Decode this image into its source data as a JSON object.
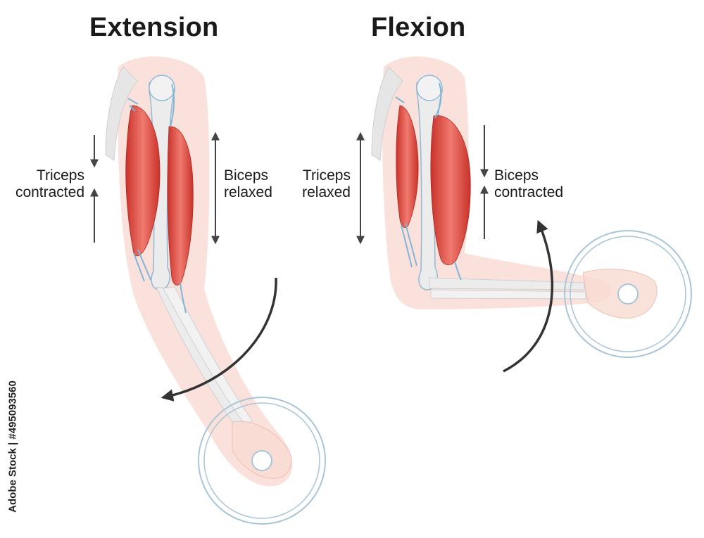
{
  "panels": {
    "extension": {
      "title": "Extension",
      "left_label": {
        "line1": "Triceps",
        "line2": "contracted"
      },
      "right_label": {
        "line1": "Biceps",
        "line2": "relaxed"
      }
    },
    "flexion": {
      "title": "Flexion",
      "left_label": {
        "line1": "Triceps",
        "line2": "relaxed"
      },
      "right_label": {
        "line1": "Biceps",
        "line2": "contracted"
      }
    }
  },
  "watermark": "Adobe Stock | #495093560",
  "colors": {
    "skin": "#f7c9bd",
    "muscle": "#e2473c",
    "muscle_light": "#f08378",
    "tendon": "#7fb6d8",
    "bone": "#ececec",
    "weight_ring": "#a9c6d8",
    "arrow": "#444444"
  }
}
